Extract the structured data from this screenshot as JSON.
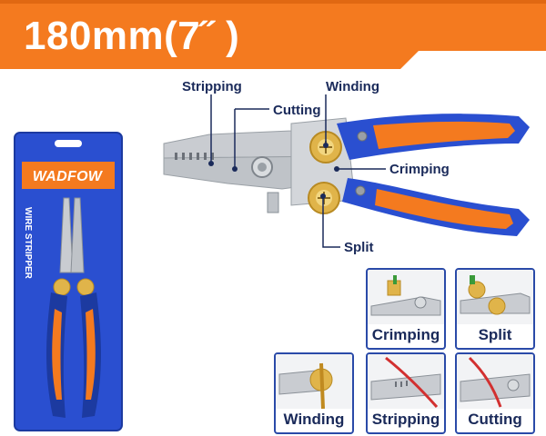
{
  "banner": {
    "title": "180mm(7˝ )",
    "color": "#f47a1f"
  },
  "callouts": {
    "stripping": "Stripping",
    "cutting": "Cutting",
    "winding": "Winding",
    "crimping": "Crimping",
    "split": "Split"
  },
  "package": {
    "brand": "WADFOW",
    "product": "WIRE STRIPPER"
  },
  "cards": {
    "crimping": "Crimping",
    "split": "Split",
    "winding": "Winding",
    "stripping": "Stripping",
    "cutting": "Cutting"
  },
  "colors": {
    "handle_blue": "#2a4fd0",
    "handle_orange": "#f47a1f",
    "steel": "#c9ccd1",
    "label_text": "#1a2a5a"
  }
}
